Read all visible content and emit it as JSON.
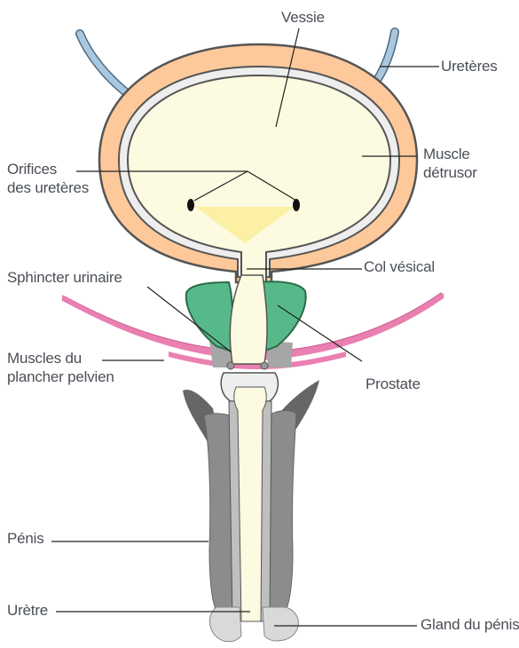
{
  "labels": {
    "vessie": "Vessie",
    "ureteres": "Uretères",
    "muscle_detrusor": [
      "Muscle",
      "détrusor"
    ],
    "orifices_ureteres": [
      "Orifices",
      "des uretères"
    ],
    "sphincter_urinaire": "Sphincter urinaire",
    "col_vesical": "Col vésical",
    "muscles_plancher_pelvien": [
      "Muscles du",
      "plancher pelvien"
    ],
    "prostate": "Prostate",
    "penis": "Pénis",
    "uretre": "Urètre",
    "gland_du_penis": "Gland du pénis"
  },
  "colors": {
    "ureter": "#a9c7df",
    "detrusor": "#fdc99b",
    "bladder_interior": "#fcfae0",
    "trigone": "#fbf0a3",
    "prostate": "#57b98a",
    "pelvic_floor": "#ea7fb1",
    "penis_shaft": "#8c8c8c",
    "penis_dark": "#666666",
    "glans": "#d9d9d9",
    "urethra_wall": "#bfbfbf",
    "outline": "#555555",
    "leader_line": "#222222",
    "label_text": "#4a4f57"
  }
}
